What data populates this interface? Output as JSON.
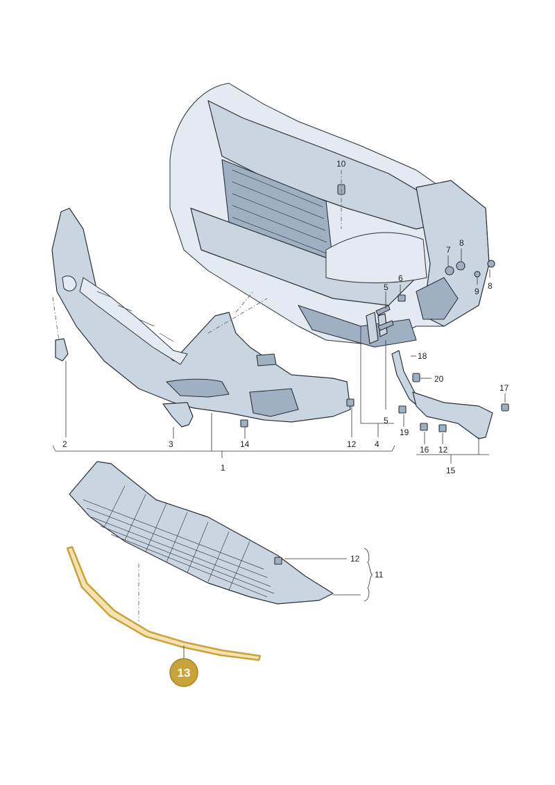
{
  "callouts": {
    "c1": "1",
    "c2": "2",
    "c3": "3",
    "c4": "4",
    "c5a": "5",
    "c5b": "5",
    "c6": "6",
    "c7": "7",
    "c8a": "8",
    "c8b": "8",
    "c9": "9",
    "c10": "10",
    "c11": "11",
    "c12a": "12",
    "c12b": "12",
    "c12c": "12",
    "c14": "14",
    "c15": "15",
    "c16": "16",
    "c17": "17",
    "c18": "18",
    "c19": "19",
    "c20": "20"
  },
  "highlight": {
    "label": "13",
    "color": "#c9a23a"
  }
}
